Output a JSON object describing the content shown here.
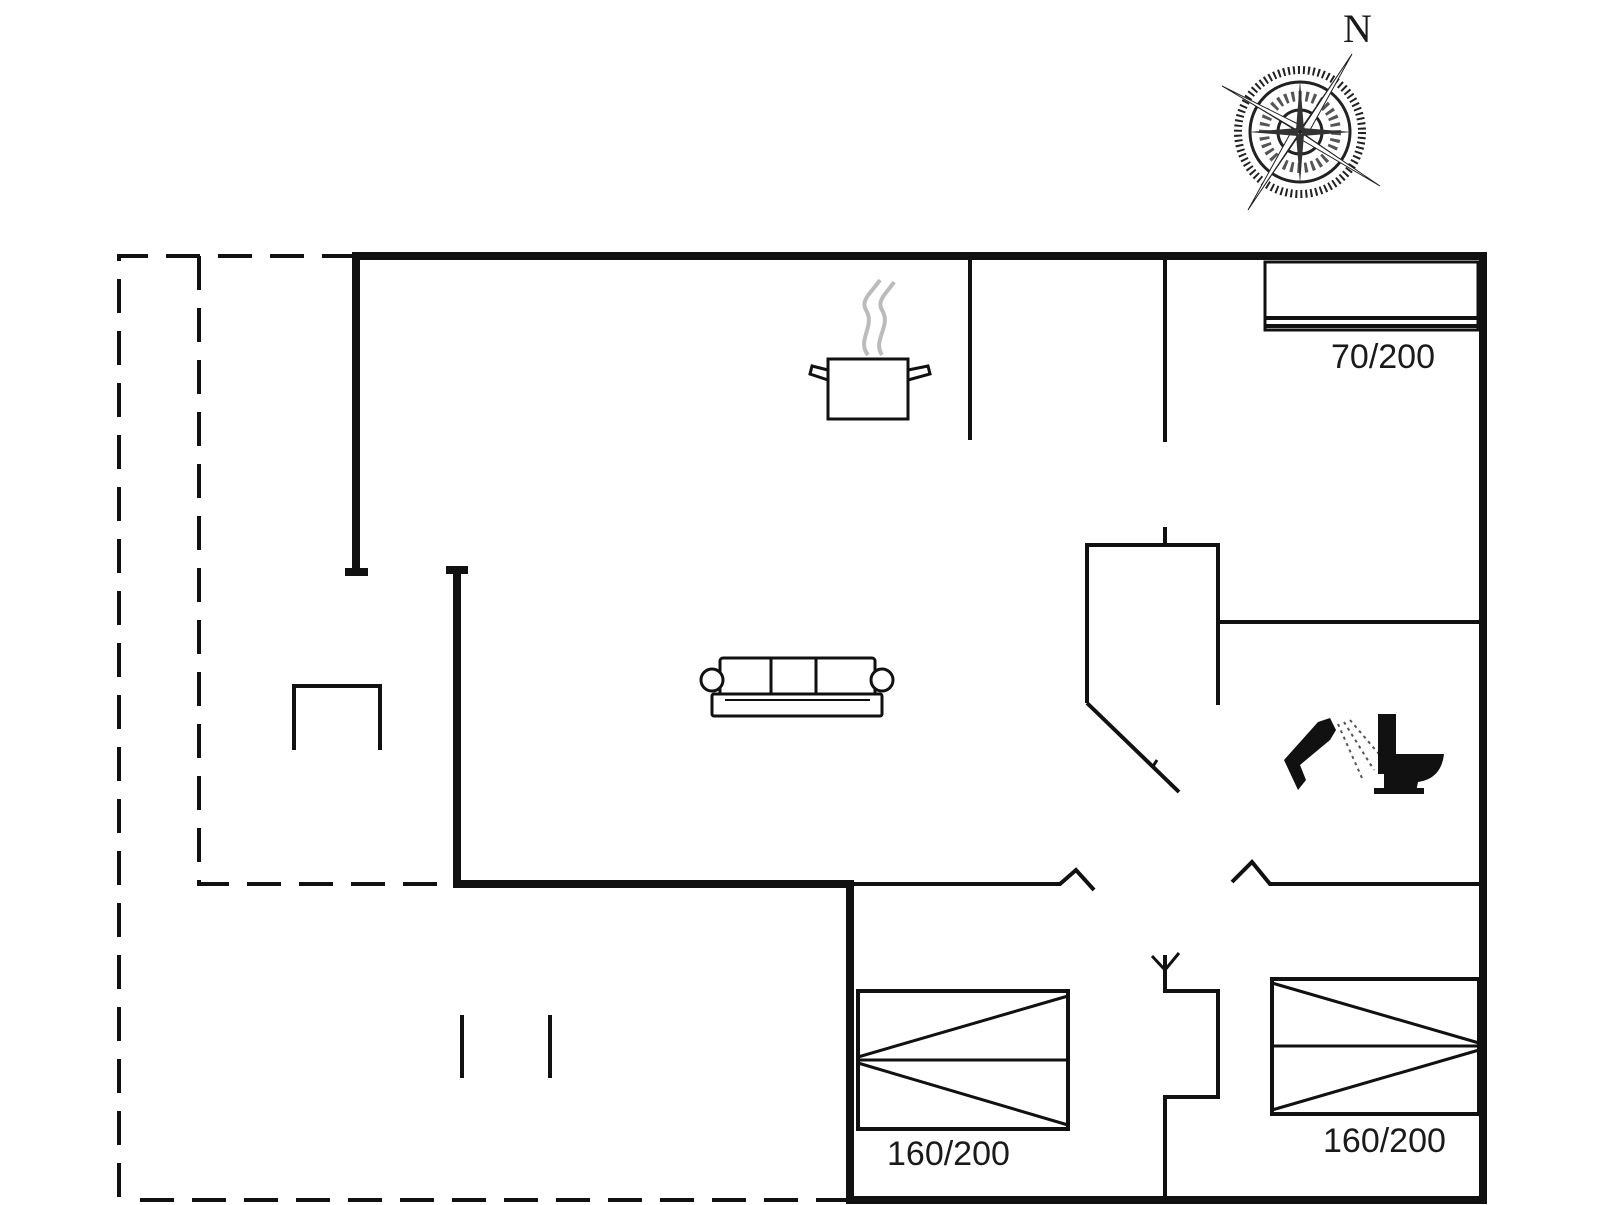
{
  "floorplan": {
    "compass": {
      "label": "N",
      "icon": "compass-rose-icon"
    },
    "rooms": [
      {
        "id": "kitchen-living",
        "icons": [
          "cooking-pot-icon",
          "sofa-icon"
        ]
      },
      {
        "id": "bedroom-north",
        "bed_label": "70/200",
        "icons": [
          "single-bed-icon"
        ]
      },
      {
        "id": "bathroom",
        "icons": [
          "shower-icon",
          "toilet-icon"
        ]
      },
      {
        "id": "bedroom-south-west",
        "bed_label": "160/200",
        "icons": [
          "double-bed-icon"
        ]
      },
      {
        "id": "bedroom-south-east",
        "bed_label": "160/200",
        "icons": [
          "double-bed-icon"
        ]
      }
    ],
    "colors": {
      "line": "#111111",
      "background": "#ffffff",
      "steam": "#bbbbbb"
    }
  }
}
